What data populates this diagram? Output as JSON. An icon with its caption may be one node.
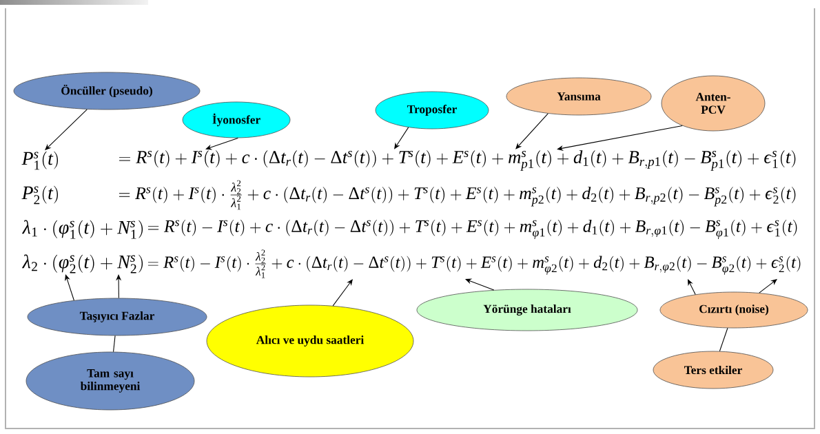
{
  "diagram": {
    "nodes": [
      {
        "text": [
          "Öncüller (pseudo)"
        ]
      },
      {
        "text": [
          "İyonosfer"
        ]
      },
      {
        "text": [
          "Troposfer"
        ]
      },
      {
        "text": [
          "Yansıma"
        ]
      },
      {
        "text": [
          "Anten-PCV"
        ]
      },
      {
        "text": [
          "Taşıyıcı Fazlar"
        ]
      },
      {
        "text": [
          "Tam sayı bilinmeyeni"
        ]
      },
      {
        "text": [
          "Alıcı ve uydu saatleri"
        ]
      },
      {
        "text": [
          "Yörünge hataları"
        ]
      },
      {
        "text": [
          "Cızırtı (noise)"
        ]
      },
      {
        "text": [
          "Ters etkiler"
        ]
      },
      {
        "text": [
          "P_1^s(t)"
        ]
      },
      {
        "text": [
          "=R^s(t)+I^s(t)+c\\cdot(\\Delta t_r(t)-\\Delta t^s(t))+T^s(t)+E^s(t)+m_{p1}^s(t)+d_1(t)+B_{r,p1}(t)-B^s_{p1}(t)+\\varepsilon_1^s(t)"
        ]
      },
      {
        "text": [
          "P_2^s(t)"
        ]
      },
      {
        "text": [
          "=R^s(t)+I^s(t)\\cdot\\frac{\\lambda_2^2}{\\lambda_1^2}+c\\cdot(\\Delta t_r(t)-\\Delta t^s(t))+T^s(t)+E^s(t)+m_{p2}^s(t)+d_2(t)+B_{r,p2}(t)-B^s_{p2}(t)+\\varepsilon_2^s(t)"
        ]
      },
      {
        "text": [
          "\\lambda_1\\cdot\\left(\\phi_1^s(t)+N_1^s\\right)"
        ]
      },
      {
        "text": [
          "=R^s(t)-I^s(t)+c\\cdot(\\Delta t_r(t)-\\Delta t^s(t))+T^s(t)+E^s(t)+m_{\\phi 1}^s(t)+d_1(t)+B_{r,\\phi 1}(t)-B^s_{\\phi 1}(t)+\\varepsilon_1^s(t)"
        ]
      },
      {
        "text": [
          "\\lambda_2\\cdot\\left(\\phi_2^s(t)+N_2^s\\right)"
        ]
      },
      {
        "text": [
          "=R^s(t)-I^s(t)\\cdot\\frac{\\lambda_2^2}{\\lambda_1^2}+c\\cdot(\\Delta t_r(t)-\\Delta t^s(t))+T^s(t)+E^s(t)+m_{\\phi 2}^s(t)+d_2(t)+B_{r,\\phi 2}(t)-B^s_{\\phi 2}(t)+\\varepsilon_2^s(t)"
        ]
      }
    ],
    "edges": [
      {
        "from": 0,
        "to": 11,
        "arrow": "to"
      },
      {
        "from": 1,
        "to": 12,
        "arrow": "to"
      },
      {
        "from": 2,
        "to": 12,
        "arrow": "to"
      },
      {
        "from": 3,
        "to": 12,
        "arrow": "to"
      },
      {
        "from": 4,
        "to": 12,
        "arrow": "to"
      },
      {
        "from": 5,
        "to": 17,
        "arrow": "to"
      },
      {
        "from": 5,
        "to": 17,
        "arrow": "to"
      },
      {
        "from": 7,
        "to": 18,
        "arrow": "to"
      },
      {
        "from": 8,
        "to": 18,
        "arrow": "to"
      },
      {
        "from": 9,
        "to": 18,
        "arrow": "to"
      },
      {
        "from": 9,
        "to": 18,
        "arrow": "to"
      },
      {
        "from": 6,
        "to": 5,
        "arrow": "none"
      },
      {
        "from": 10,
        "to": 9,
        "arrow": "none"
      }
    ]
  }
}
